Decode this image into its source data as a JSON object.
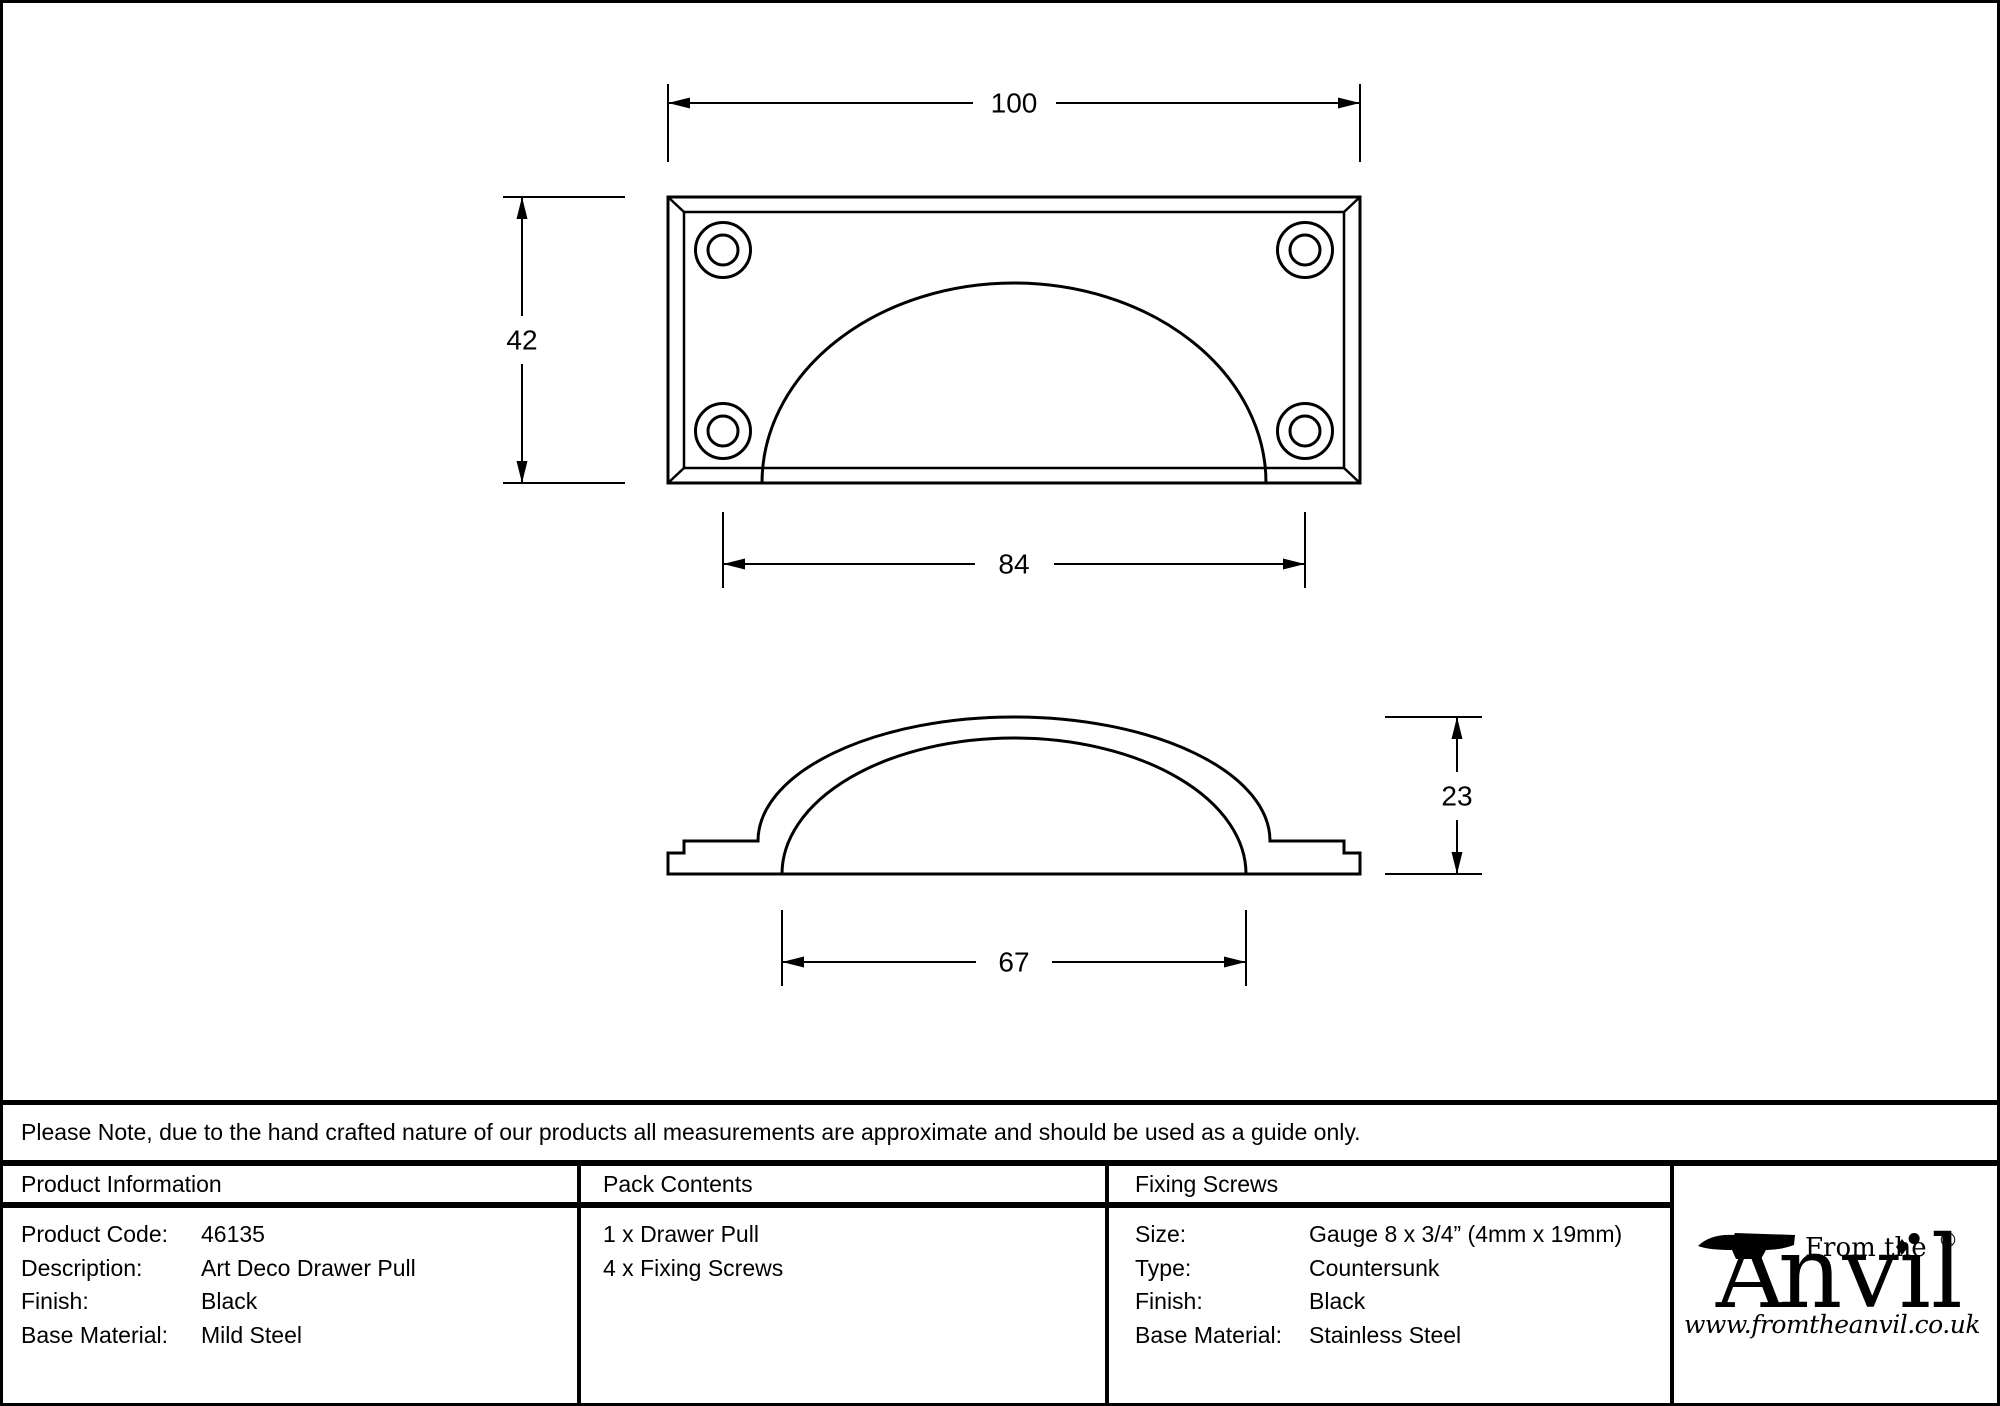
{
  "drawing": {
    "front_view": {
      "dim_width": "100",
      "dim_height": "42",
      "dim_hole_spacing": "84"
    },
    "side_view": {
      "dim_height": "23",
      "dim_cup_width": "67"
    }
  },
  "note": "Please Note, due to the hand crafted nature of our products all measurements are approximate and should be used as a guide only.",
  "table": {
    "product_information": {
      "header": "Product Information",
      "rows": [
        {
          "label": "Product Code:",
          "value": "46135"
        },
        {
          "label": "Description:",
          "value": "Art Deco Drawer Pull"
        },
        {
          "label": "Finish:",
          "value": "Black"
        },
        {
          "label": "Base Material:",
          "value": "Mild Steel"
        }
      ]
    },
    "pack_contents": {
      "header": "Pack Contents",
      "items": [
        "1 x Drawer Pull",
        "4 x Fixing Screws"
      ]
    },
    "fixing_screws": {
      "header": "Fixing Screws",
      "rows": [
        {
          "label": "Size:",
          "value": "Gauge 8 x 3/4” (4mm x 19mm)"
        },
        {
          "label": "Type:",
          "value": "Countersunk"
        },
        {
          "label": "Finish:",
          "value": "Black"
        },
        {
          "label": "Base Material:",
          "value": "Stainless Steel"
        }
      ]
    }
  },
  "logo": {
    "tagline": "From the",
    "name_first_letter": "A",
    "name_rest": "nvil",
    "registered": "®",
    "url": "www.fromtheanvil.co.uk"
  },
  "colors": {
    "ink": "#000000",
    "paper": "#ffffff"
  }
}
